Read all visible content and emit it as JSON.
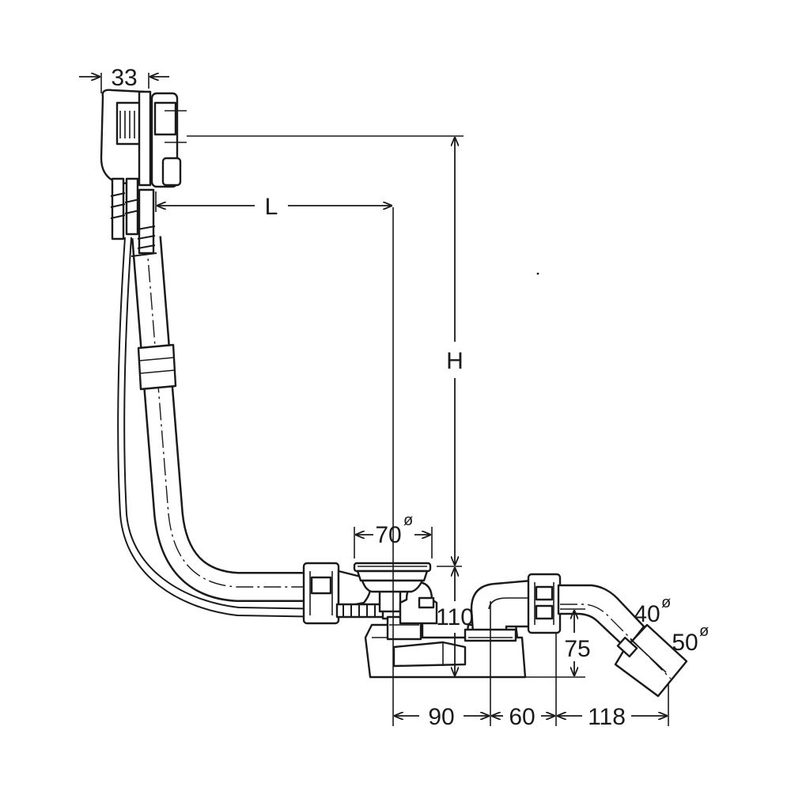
{
  "dimensions": {
    "overflow_width": "33",
    "length": "L",
    "height": "H",
    "outlet_diameter": "70",
    "trap_height": "110",
    "horizontal_1": "90",
    "horizontal_2": "60",
    "horizontal_3": "118",
    "outlet_rise": "75",
    "pipe_diameter_small": "40",
    "pipe_diameter_large": "50",
    "diameter_symbol": "ø"
  }
}
